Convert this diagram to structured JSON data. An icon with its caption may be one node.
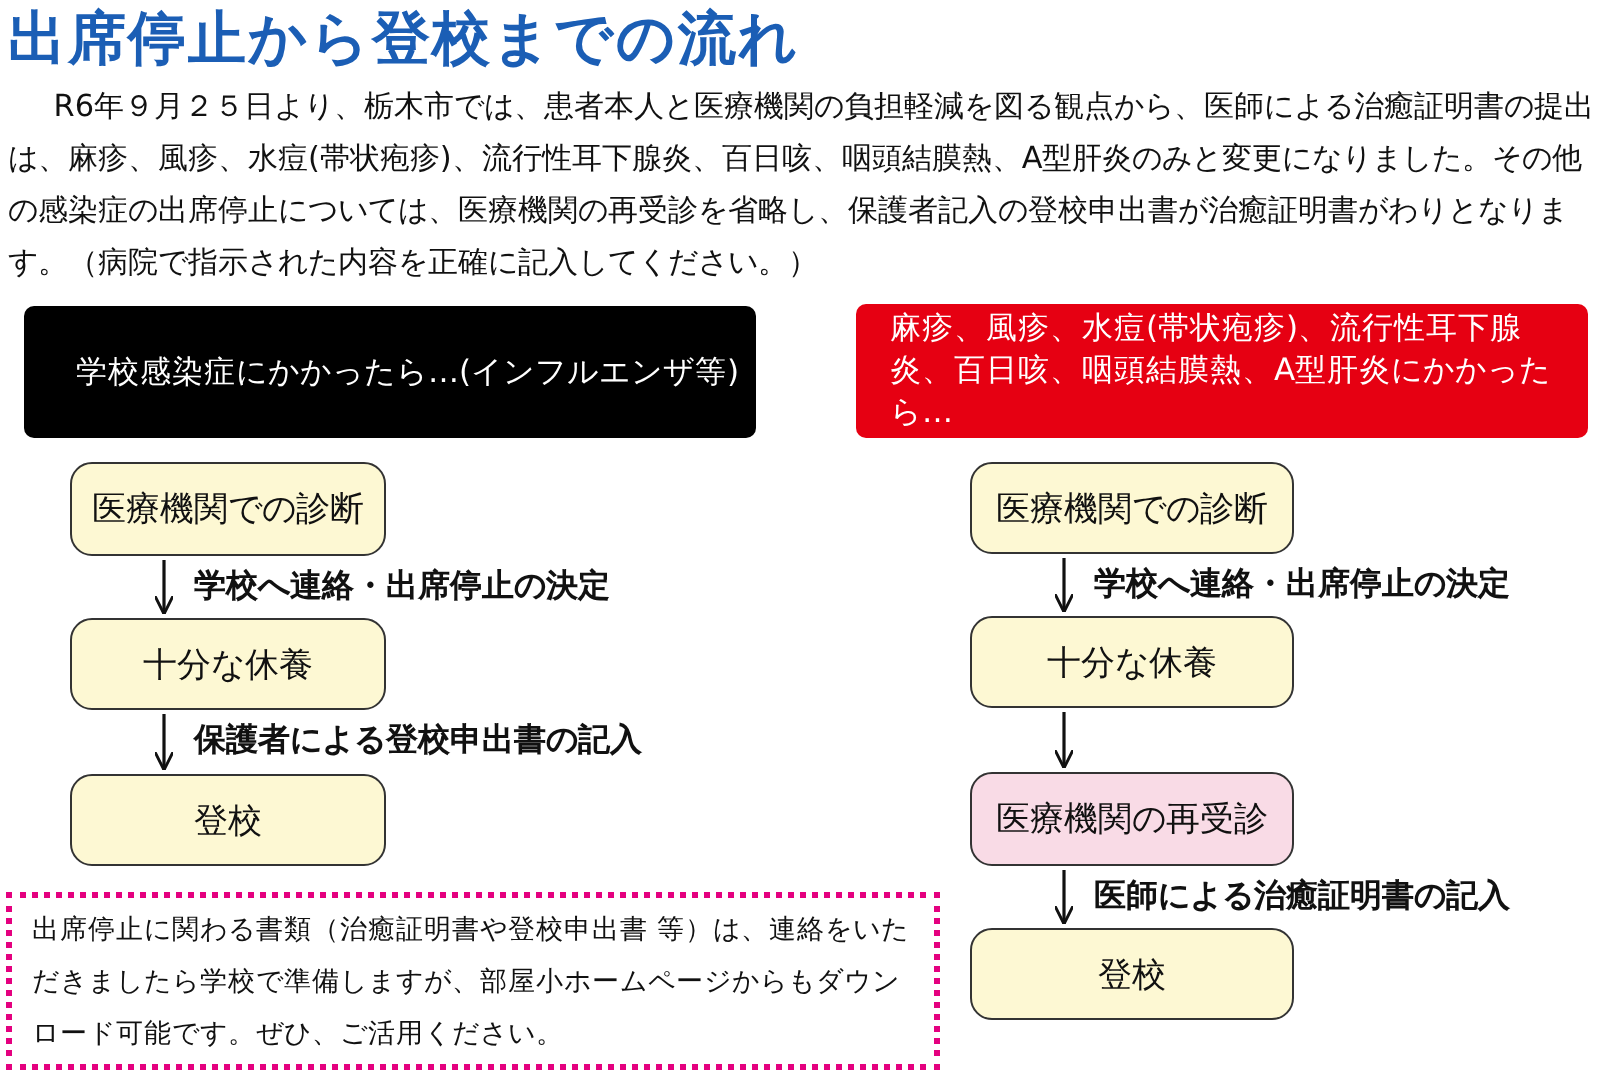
{
  "diagram": {
    "title": "出席停止から登校までの流れ",
    "nodes": [
      {
        "text": [
          "学校感染症にかかったら…(インフルエンザ等)"
        ]
      },
      {
        "text": [
          "医療機関での診断"
        ]
      },
      {
        "text": [
          "十分な休養"
        ]
      },
      {
        "text": [
          "登校"
        ]
      },
      {
        "text": [
          "麻疹、風疹、水痘(帯状疱疹)、流行性耳下腺炎、百日咳、咽頭結膜熱、A型肝炎にかかったら…"
        ]
      },
      {
        "text": [
          "医療機関での診断"
        ]
      },
      {
        "text": [
          "十分な休養"
        ]
      },
      {
        "text": [
          "医療機関の再受診"
        ]
      },
      {
        "text": [
          "登校"
        ]
      },
      {
        "text": [
          "出席停止に関わる書類（治癒証明書や登校申出書 等）は、連絡をいただきましたら学校で準備しますが、部屋小ホームページからもダウンロード可能です。ぜひ、ご活用ください。"
        ]
      }
    ],
    "edges": [
      {
        "from": 1,
        "to": 2,
        "arrow": "to",
        "label": "学校へ連絡・出席停止の決定"
      },
      {
        "from": 2,
        "to": 3,
        "arrow": "to",
        "label": "保護者による登校申出書の記入"
      },
      {
        "from": 5,
        "to": 6,
        "arrow": "to",
        "label": "学校へ連絡・出席停止の決定"
      },
      {
        "from": 6,
        "to": 7,
        "arrow": "to"
      },
      {
        "from": 7,
        "to": 8,
        "arrow": "to",
        "label": "医師による治癒証明書の記入"
      }
    ],
    "labels": [
      "R6年９月２５日より、栃木市では、患者本人と医療機関の負担軽減を図る観点から、医師による治癒証明書の提出は、麻疹、風疹、水痘(帯状疱疹)、流行性耳下腺炎、百日咳、咽頭結膜熱、A型肝炎のみと変更になりました。その他の感染症の出席停止については、医療機関の再受診を省略し、保護者記入の登校申出書が治癒証明書がわりとなります。（病院で指示された内容を正確に記入してください。）"
    ]
  }
}
